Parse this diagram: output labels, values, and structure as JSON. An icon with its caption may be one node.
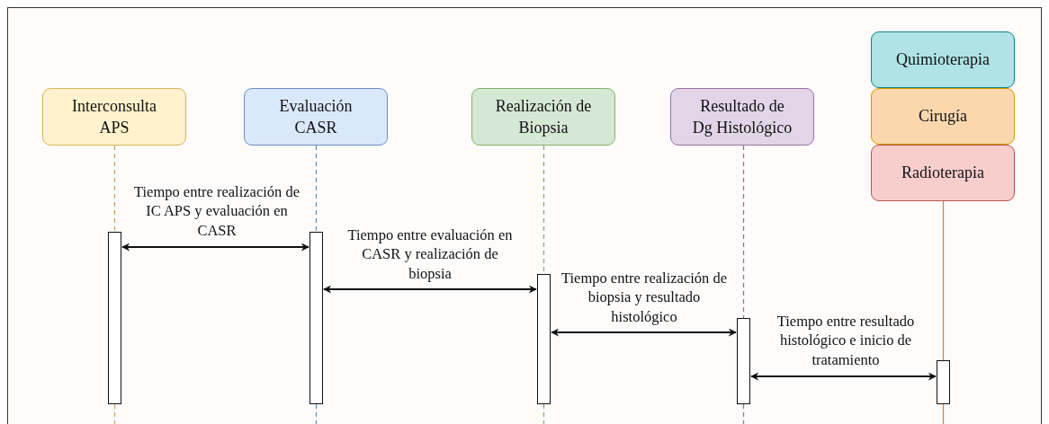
{
  "diagram": {
    "nodes": [
      {
        "text": [
          "Interconsulta APS"
        ]
      },
      {
        "text": [
          "Evaluación CASR"
        ]
      },
      {
        "text": [
          "Realización de Biopsia"
        ]
      },
      {
        "text": [
          "Resultado de Dg Histológico"
        ]
      },
      {
        "text": [
          "Quimioterapia"
        ]
      },
      {
        "text": [
          "Cirugía"
        ]
      },
      {
        "text": [
          "Radioterapia"
        ]
      },
      {
        "text": [],
        "shape": "bar"
      },
      {
        "text": [],
        "shape": "bar"
      },
      {
        "text": [],
        "shape": "bar"
      },
      {
        "text": [],
        "shape": "bar"
      },
      {
        "text": [],
        "shape": "bar"
      }
    ],
    "edges": [
      {
        "from": 0,
        "to": 7,
        "arrow": "none",
        "style": "dashed",
        "color": "#d6a846"
      },
      {
        "from": 1,
        "to": 8,
        "arrow": "none",
        "style": "dashed",
        "color": "#6c8ebf"
      },
      {
        "from": 2,
        "to": 9,
        "arrow": "none",
        "style": "dashed",
        "color": "#82b366"
      },
      {
        "from": 3,
        "to": 10,
        "arrow": "none",
        "style": "dashed",
        "color": "#9673a6"
      },
      {
        "from": 6,
        "to": 11,
        "arrow": "none",
        "color": "#c98a5a"
      },
      {
        "from": 7,
        "to": null,
        "arrow": "none",
        "style": "dashed",
        "color": "#d6a846"
      },
      {
        "from": 8,
        "to": null,
        "arrow": "none",
        "style": "dashed",
        "color": "#6c8ebf"
      },
      {
        "from": 9,
        "to": null,
        "arrow": "none",
        "style": "dashed",
        "color": "#82b366"
      },
      {
        "from": 10,
        "to": null,
        "arrow": "none",
        "style": "dashed",
        "color": "#9673a6"
      },
      {
        "from": 11,
        "to": null,
        "arrow": "none",
        "color": "#c98a5a"
      },
      {
        "from": 7,
        "to": 8,
        "arrow": "both",
        "label": "Tiempo entre realización de IC APS y evaluación en CASR"
      },
      {
        "from": 8,
        "to": 9,
        "arrow": "both",
        "label": "Tiempo entre evaluación en CASR y realización de biopsia"
      },
      {
        "from": 9,
        "to": 10,
        "arrow": "both",
        "label": "Tiempo entre realización de biopsia y resultado histológico"
      },
      {
        "from": 10,
        "to": 11,
        "arrow": "both",
        "label": "Tiempo entre resultado histológico e inicio de tratamiento"
      }
    ]
  }
}
